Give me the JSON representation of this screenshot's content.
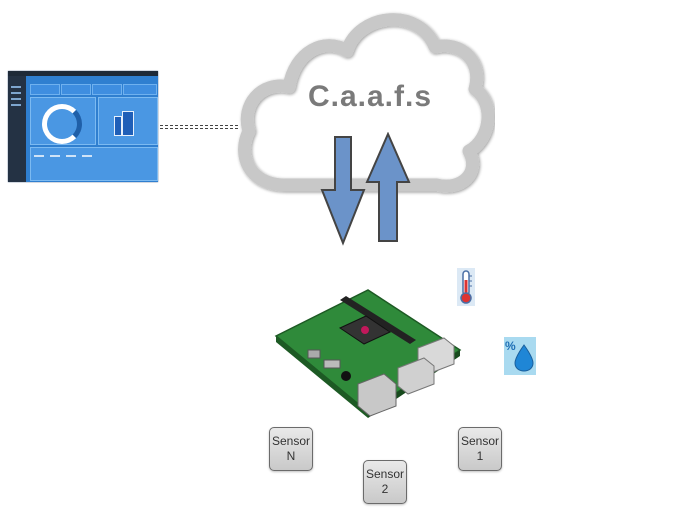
{
  "cloud": {
    "title": "C.a.a.f.s"
  },
  "sensors": [
    {
      "line1": "Sensor",
      "line2": "N"
    },
    {
      "line1": "Sensor",
      "line2": "2"
    },
    {
      "line1": "Sensor",
      "line2": "1"
    }
  ],
  "icons": {
    "thermometer": "thermometer-icon",
    "humidity": "humidity-icon",
    "board": "raspberry-pi-icon",
    "dashboard": "dashboard-screenshot"
  },
  "colors": {
    "arrow_fill": "#6b93c9",
    "arrow_stroke": "#444444",
    "cloud_stroke": "#c8c8c8",
    "board_green": "#2f8a3a",
    "dashboard_blue": "#2f7fd0",
    "humidity_bg": "#a9daf0"
  }
}
